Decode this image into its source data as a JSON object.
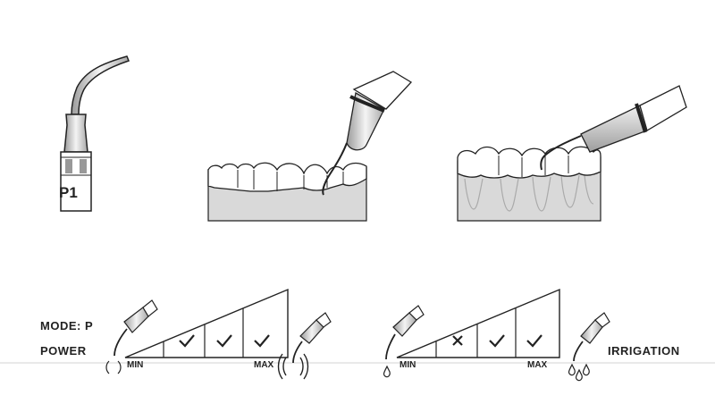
{
  "tip": {
    "label": "P1"
  },
  "mode_label": "MODE: P",
  "power": {
    "label": "POWER",
    "min_label": "MIN",
    "max_label": "MAX",
    "levels": [
      "check",
      "check",
      "check"
    ]
  },
  "irrigation": {
    "label": "IRRIGATION",
    "min_label": "MIN",
    "max_label": "MAX",
    "levels": [
      "cross",
      "check",
      "check"
    ]
  },
  "colors": {
    "line": "#222222",
    "gum": "#d9d9d9",
    "tip_gradient_light": "#f4f4f4",
    "tip_gradient_dark": "#9a9a9a",
    "rule": "#e2e2e2"
  },
  "icons": {
    "tip": "scaler-tip-icon",
    "handpiece": "handpiece-icon",
    "vibration": "vibration-icon",
    "drop": "water-drop-icon",
    "check": "check-icon",
    "cross": "cross-icon"
  }
}
